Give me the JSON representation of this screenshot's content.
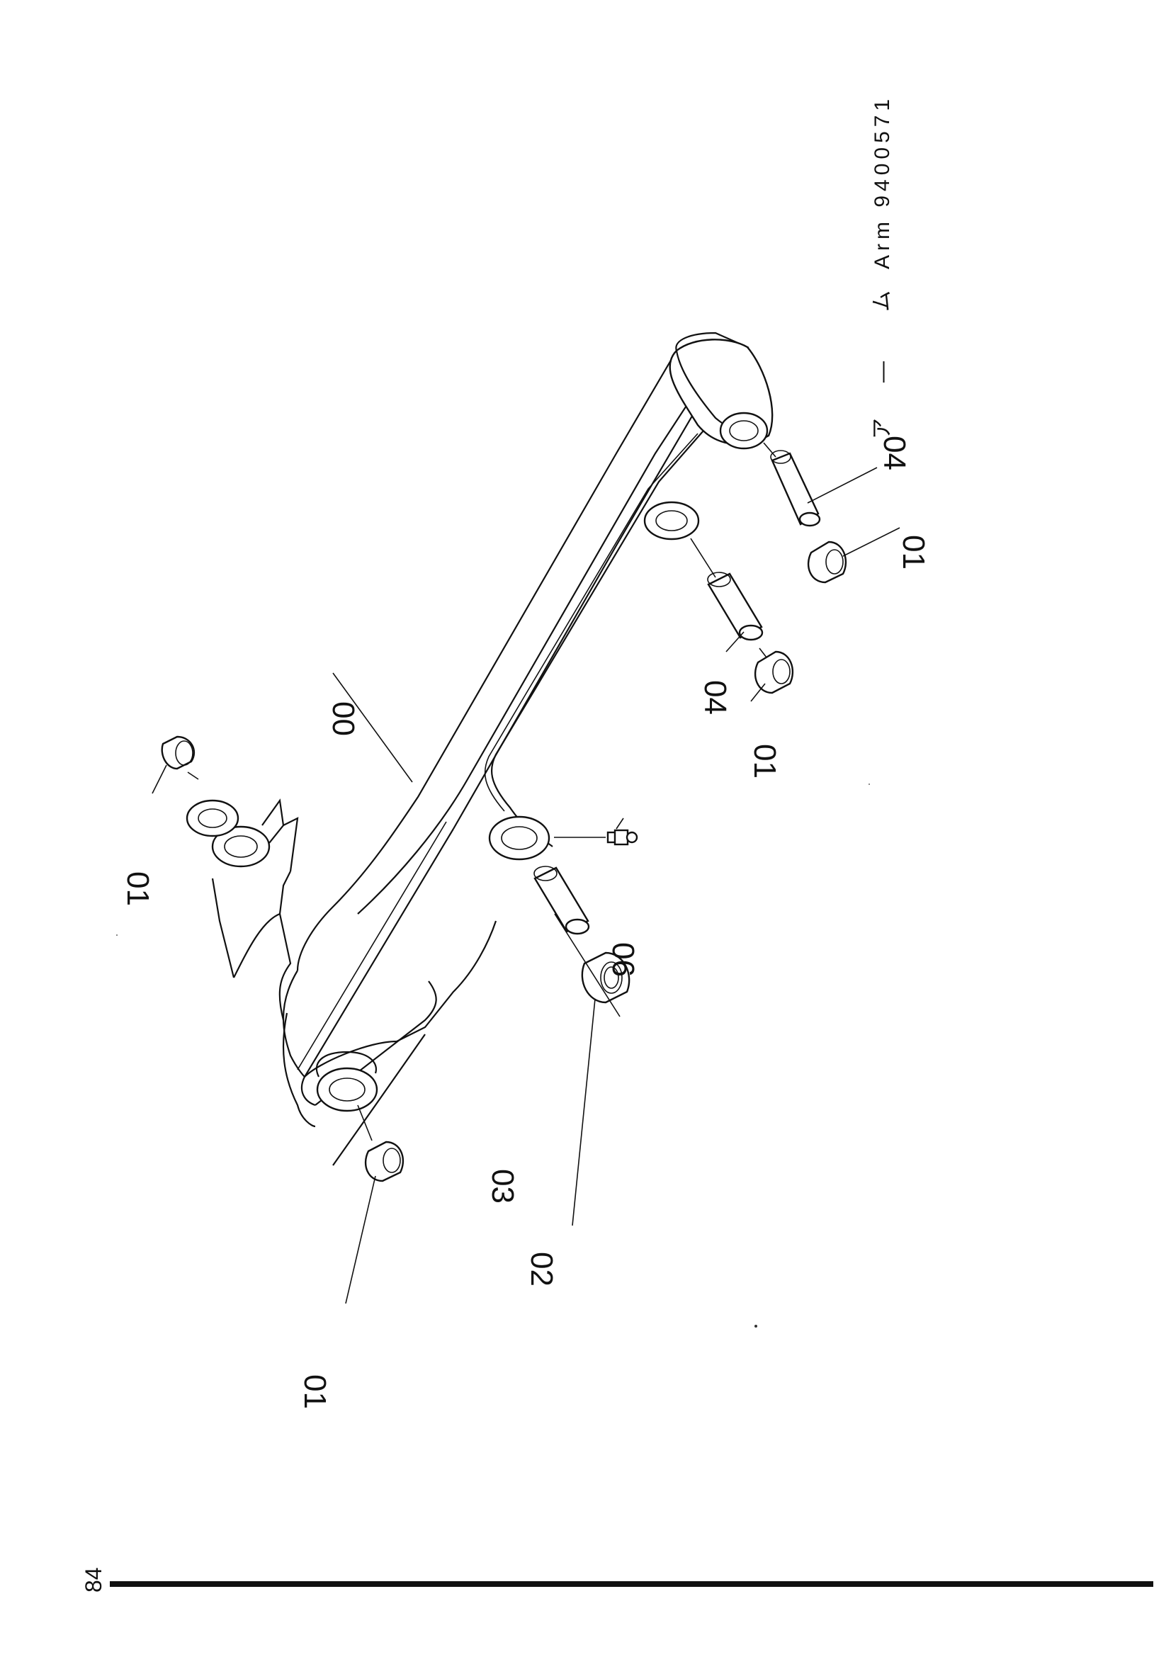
{
  "header": {
    "jp_a": "ア",
    "dash": "—",
    "jp_b": "ム",
    "title": "Arm 9400571"
  },
  "page_number": "84",
  "colors": {
    "ink": "#111111",
    "paper": "#ffffff"
  },
  "labels": {
    "arm": "00",
    "bushing_top": "01",
    "bushing_bottom": "01",
    "bushing_mid": "01",
    "bushing_end": "01",
    "collar": "02",
    "pin_lower": "03",
    "pin_mid": "04",
    "pin_end": "04",
    "grease_nipple": "06"
  }
}
